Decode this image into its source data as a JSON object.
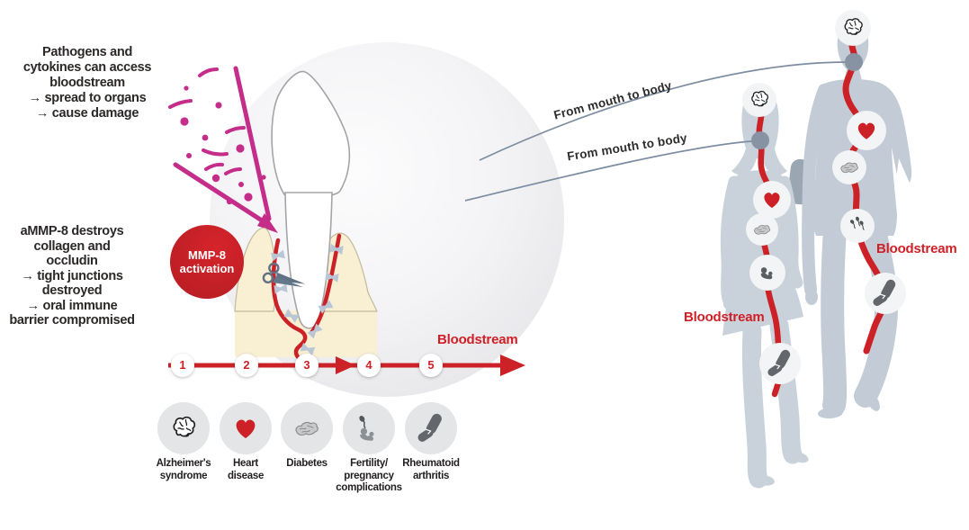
{
  "palette": {
    "red": "#cb2127",
    "magenta": "#c42d89",
    "silhouette_man": "#c3ccd6",
    "silhouette_woman": "#c9d2db",
    "gum": "#f9efd2",
    "icon_circle": "#e4e5e7",
    "junction": "#b9c6d6",
    "slate_line": "#7d8da1",
    "dark_text": "#2b2827"
  },
  "annotations": {
    "pathogens_text": "Pathogens and\ncytokines can access\nbloodstream\n→ spread to organs\n→ cause damage",
    "ammp8_text": "aMMP-8 destroys\ncollagen and\noccludin\n→ tight junctions\ndestroyed\n→ oral immune\nbarrier compromised",
    "mmp8_badge": "MMP-8\nactivation"
  },
  "timeline": {
    "label": "Bloodstream",
    "steps": [
      "1",
      "2",
      "3",
      "4",
      "5"
    ]
  },
  "organs": {
    "items": [
      {
        "icon": "brain-icon",
        "label": "Alzheimer's\nsyndrome"
      },
      {
        "icon": "heart-icon",
        "label": "Heart\ndisease"
      },
      {
        "icon": "pancreas-icon",
        "label": "Diabetes"
      },
      {
        "icon": "fertility-icon",
        "label": "Fertility/\npregnancy\ncomplications"
      },
      {
        "icon": "joint-icon",
        "label": "Rheumatoid\narthritis"
      }
    ]
  },
  "figures": {
    "upper_connector_label": "From mouth to body",
    "lower_connector_label": "From mouth to body",
    "man_bloodstream_label": "Bloodstream",
    "woman_bloodstream_label": "Bloodstream",
    "man_organ_sequence": [
      "brain",
      "mouth",
      "heart",
      "pancreas",
      "sperm",
      "joint"
    ],
    "woman_organ_sequence": [
      "brain",
      "mouth",
      "heart",
      "pancreas",
      "mother-baby",
      "joint"
    ]
  }
}
